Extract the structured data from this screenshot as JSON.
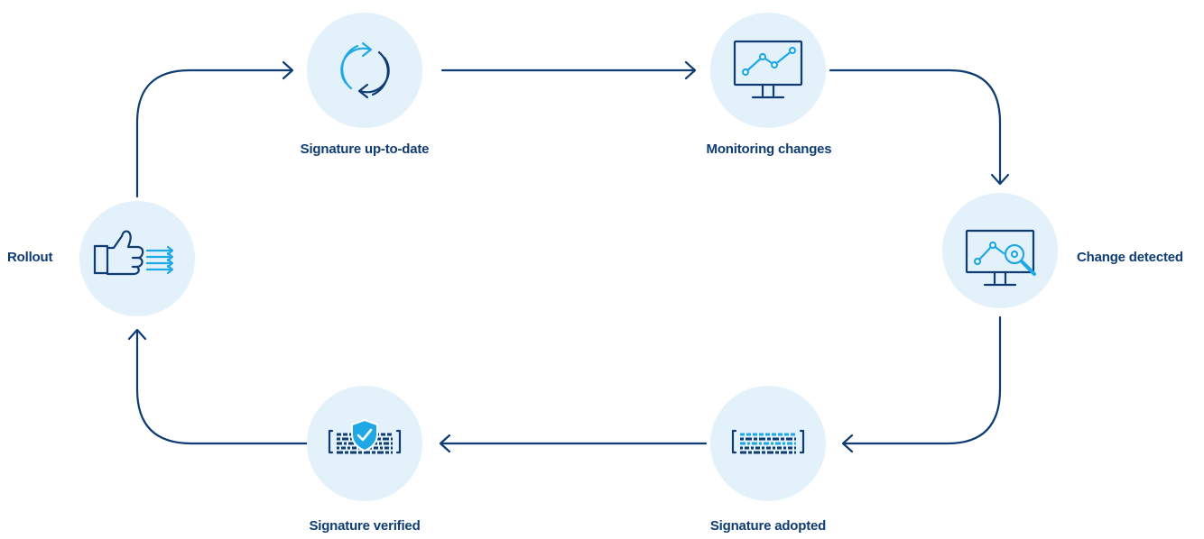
{
  "steps": [
    {
      "id": "signature-up-to-date",
      "label": "Signature up-to-date",
      "icon": "sync-icon"
    },
    {
      "id": "monitoring-changes",
      "label": "Monitoring changes",
      "icon": "monitor-chart-icon"
    },
    {
      "id": "change-detected",
      "label": "Change detected",
      "icon": "monitor-search-icon"
    },
    {
      "id": "signature-adopted",
      "label": "Signature adopted",
      "icon": "code-scan-icon"
    },
    {
      "id": "signature-verified",
      "label": "Signature verified",
      "icon": "code-verified-icon"
    },
    {
      "id": "rollout",
      "label": "Rollout",
      "icon": "thumbs-up-rollout-icon"
    }
  ],
  "colors": {
    "dark_blue": "#0f3d73",
    "accent_blue": "#1fa8e6",
    "circle_fill": "#e3f1fb"
  }
}
